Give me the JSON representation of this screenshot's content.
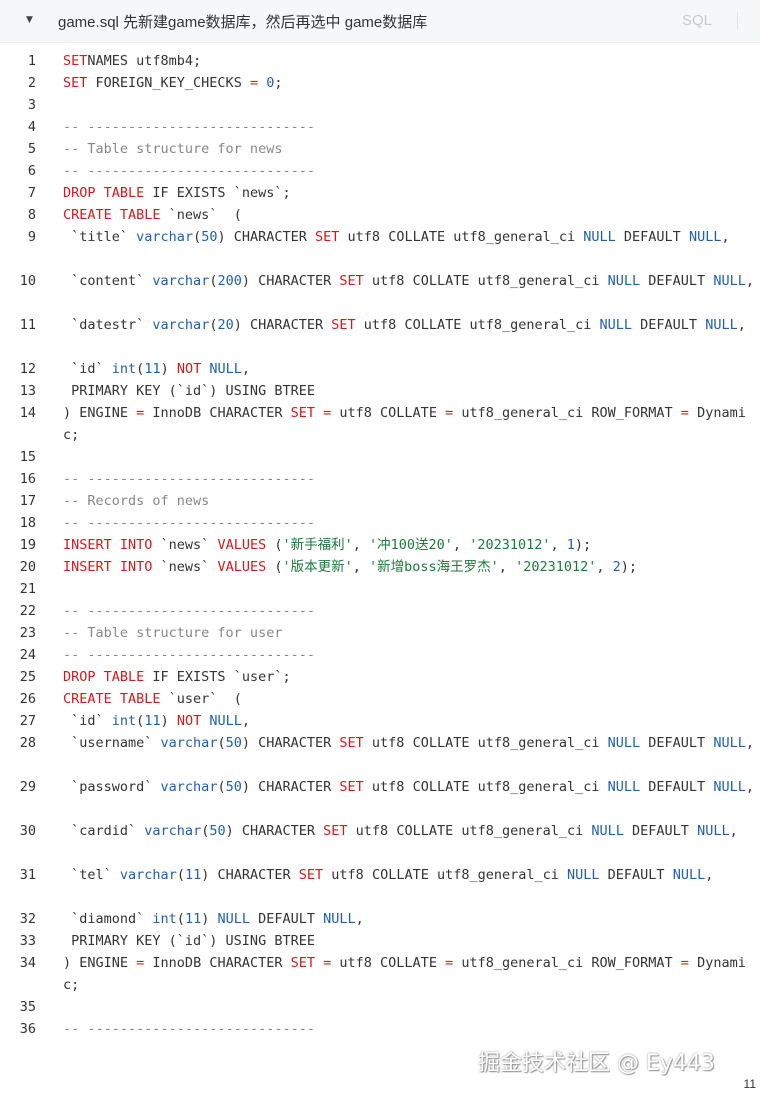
{
  "header": {
    "collapse_icon": "caret-down-icon",
    "title": "game.sql 先新建game数据库，然后再选中 game数据库",
    "language": "SQL"
  },
  "code_lines": [
    {
      "n": "1",
      "tokens": [
        [
          "kw",
          "SET"
        ],
        [
          "",
          "NAMES utf8mb4;"
        ]
      ]
    },
    {
      "n": "2",
      "tokens": [
        [
          "kw",
          "SET"
        ],
        [
          "",
          " FOREIGN_KEY_CHECKS "
        ],
        [
          "kw",
          "="
        ],
        [
          "",
          " "
        ],
        [
          "num",
          "0"
        ],
        [
          "",
          ";"
        ]
      ]
    },
    {
      "n": "3",
      "tokens": []
    },
    {
      "n": "4",
      "tokens": [
        [
          "cm",
          "-- ----------------------------"
        ]
      ]
    },
    {
      "n": "5",
      "tokens": [
        [
          "cm",
          "-- Table structure for news"
        ]
      ]
    },
    {
      "n": "6",
      "tokens": [
        [
          "cm",
          "-- ----------------------------"
        ]
      ]
    },
    {
      "n": "7",
      "tokens": [
        [
          "kw",
          "DROP TABLE"
        ],
        [
          "",
          " IF EXISTS `news`;"
        ]
      ]
    },
    {
      "n": "8",
      "tokens": [
        [
          "kw",
          "CREATE TABLE"
        ],
        [
          "",
          " `news`  ("
        ]
      ]
    },
    {
      "n": "9",
      "wrap": true,
      "tokens": [
        [
          "",
          " `title` "
        ],
        [
          "ty",
          "varchar"
        ],
        [
          "",
          "("
        ],
        [
          "num",
          "50"
        ],
        [
          "",
          ") CHARACTER "
        ],
        [
          "kw",
          "SET"
        ],
        [
          "",
          " utf8 COLLATE utf8_general_ci "
        ],
        [
          "ty",
          "NULL"
        ],
        [
          "",
          " DEFAULT "
        ],
        [
          "ty",
          "NULL"
        ],
        [
          "",
          ","
        ]
      ]
    },
    {
      "n": "10",
      "wrap": true,
      "tokens": [
        [
          "",
          " `content` "
        ],
        [
          "ty",
          "varchar"
        ],
        [
          "",
          "("
        ],
        [
          "num",
          "200"
        ],
        [
          "",
          ") CHARACTER "
        ],
        [
          "kw",
          "SET"
        ],
        [
          "",
          " utf8 COLLATE utf8_general_ci "
        ],
        [
          "ty",
          "NULL"
        ],
        [
          "",
          " DEFAULT "
        ],
        [
          "ty",
          "NULL"
        ],
        [
          "",
          ","
        ]
      ]
    },
    {
      "n": "11",
      "wrap": true,
      "tokens": [
        [
          "",
          " `datestr` "
        ],
        [
          "ty",
          "varchar"
        ],
        [
          "",
          "("
        ],
        [
          "num",
          "20"
        ],
        [
          "",
          ") CHARACTER "
        ],
        [
          "kw",
          "SET"
        ],
        [
          "",
          " utf8 COLLATE utf8_general_ci "
        ],
        [
          "ty",
          "NULL"
        ],
        [
          "",
          " DEFAULT "
        ],
        [
          "ty",
          "NULL"
        ],
        [
          "",
          ","
        ]
      ]
    },
    {
      "n": "12",
      "tokens": [
        [
          "",
          " `id` "
        ],
        [
          "ty",
          "int"
        ],
        [
          "",
          "("
        ],
        [
          "num",
          "11"
        ],
        [
          "",
          ") "
        ],
        [
          "kw",
          "NOT"
        ],
        [
          "",
          " "
        ],
        [
          "ty",
          "NULL"
        ],
        [
          "",
          ","
        ]
      ]
    },
    {
      "n": "13",
      "tokens": [
        [
          "",
          " PRIMARY KEY (`id`) USING BTREE"
        ]
      ]
    },
    {
      "n": "14",
      "wrap": true,
      "tokens": [
        [
          "",
          ") ENGINE "
        ],
        [
          "kw",
          "="
        ],
        [
          "",
          " InnoDB CHARACTER "
        ],
        [
          "kw",
          "SET"
        ],
        [
          "",
          " "
        ],
        [
          "kw",
          "="
        ],
        [
          "",
          " utf8 COLLATE "
        ],
        [
          "kw",
          "="
        ],
        [
          "",
          " utf8_general_ci ROW_FORMAT "
        ],
        [
          "kw",
          "="
        ],
        [
          "",
          " Dynamic;"
        ]
      ]
    },
    {
      "n": "15",
      "tokens": []
    },
    {
      "n": "16",
      "tokens": [
        [
          "cm",
          "-- ----------------------------"
        ]
      ]
    },
    {
      "n": "17",
      "tokens": [
        [
          "cm",
          "-- Records of news"
        ]
      ]
    },
    {
      "n": "18",
      "tokens": [
        [
          "cm",
          "-- ----------------------------"
        ]
      ]
    },
    {
      "n": "19",
      "tokens": [
        [
          "kw",
          "INSERT INTO"
        ],
        [
          "",
          " `news` "
        ],
        [
          "kw",
          "VALUES"
        ],
        [
          "",
          " ("
        ],
        [
          "str",
          "'新手福利'"
        ],
        [
          "",
          ", "
        ],
        [
          "str",
          "'冲100送20'"
        ],
        [
          "",
          ", "
        ],
        [
          "str",
          "'20231012'"
        ],
        [
          "",
          ", "
        ],
        [
          "num",
          "1"
        ],
        [
          "",
          ");"
        ]
      ]
    },
    {
      "n": "20",
      "tokens": [
        [
          "kw",
          "INSERT INTO"
        ],
        [
          "",
          " `news` "
        ],
        [
          "kw",
          "VALUES"
        ],
        [
          "",
          " ("
        ],
        [
          "str",
          "'版本更新'"
        ],
        [
          "",
          ", "
        ],
        [
          "str",
          "'新增boss海王罗杰'"
        ],
        [
          "",
          ", "
        ],
        [
          "str",
          "'20231012'"
        ],
        [
          "",
          ", "
        ],
        [
          "num",
          "2"
        ],
        [
          "",
          ");"
        ]
      ]
    },
    {
      "n": "21",
      "tokens": []
    },
    {
      "n": "22",
      "tokens": [
        [
          "cm",
          "-- ----------------------------"
        ]
      ]
    },
    {
      "n": "23",
      "tokens": [
        [
          "cm",
          "-- Table structure for user"
        ]
      ]
    },
    {
      "n": "24",
      "tokens": [
        [
          "cm",
          "-- ----------------------------"
        ]
      ]
    },
    {
      "n": "25",
      "tokens": [
        [
          "kw",
          "DROP TABLE"
        ],
        [
          "",
          " IF EXISTS `user`;"
        ]
      ]
    },
    {
      "n": "26",
      "tokens": [
        [
          "kw",
          "CREATE TABLE"
        ],
        [
          "",
          " `user`  ("
        ]
      ]
    },
    {
      "n": "27",
      "tokens": [
        [
          "",
          " `id` "
        ],
        [
          "ty",
          "int"
        ],
        [
          "",
          "("
        ],
        [
          "num",
          "11"
        ],
        [
          "",
          ") "
        ],
        [
          "kw",
          "NOT"
        ],
        [
          "",
          " "
        ],
        [
          "ty",
          "NULL"
        ],
        [
          "",
          ","
        ]
      ]
    },
    {
      "n": "28",
      "wrap": true,
      "tokens": [
        [
          "",
          " `username` "
        ],
        [
          "ty",
          "varchar"
        ],
        [
          "",
          "("
        ],
        [
          "num",
          "50"
        ],
        [
          "",
          ") CHARACTER "
        ],
        [
          "kw",
          "SET"
        ],
        [
          "",
          " utf8 COLLATE utf8_general_ci "
        ],
        [
          "ty",
          "NULL"
        ],
        [
          "",
          " DEFAULT "
        ],
        [
          "ty",
          "NULL"
        ],
        [
          "",
          ","
        ]
      ]
    },
    {
      "n": "29",
      "wrap": true,
      "tokens": [
        [
          "",
          " `password` "
        ],
        [
          "ty",
          "varchar"
        ],
        [
          "",
          "("
        ],
        [
          "num",
          "50"
        ],
        [
          "",
          ") CHARACTER "
        ],
        [
          "kw",
          "SET"
        ],
        [
          "",
          " utf8 COLLATE utf8_general_ci "
        ],
        [
          "ty",
          "NULL"
        ],
        [
          "",
          " DEFAULT "
        ],
        [
          "ty",
          "NULL"
        ],
        [
          "",
          ","
        ]
      ]
    },
    {
      "n": "30",
      "wrap": true,
      "tokens": [
        [
          "",
          " `cardid` "
        ],
        [
          "ty",
          "varchar"
        ],
        [
          "",
          "("
        ],
        [
          "num",
          "50"
        ],
        [
          "",
          ") CHARACTER "
        ],
        [
          "kw",
          "SET"
        ],
        [
          "",
          " utf8 COLLATE utf8_general_ci "
        ],
        [
          "ty",
          "NULL"
        ],
        [
          "",
          " DEFAULT "
        ],
        [
          "ty",
          "NULL"
        ],
        [
          "",
          ","
        ]
      ]
    },
    {
      "n": "31",
      "wrap": true,
      "tokens": [
        [
          "",
          " `tel` "
        ],
        [
          "ty",
          "varchar"
        ],
        [
          "",
          "("
        ],
        [
          "num",
          "11"
        ],
        [
          "",
          ") CHARACTER "
        ],
        [
          "kw",
          "SET"
        ],
        [
          "",
          " utf8 COLLATE utf8_general_ci "
        ],
        [
          "ty",
          "NULL"
        ],
        [
          "",
          " DEFAULT "
        ],
        [
          "ty",
          "NULL"
        ],
        [
          "",
          ","
        ]
      ]
    },
    {
      "n": "32",
      "tokens": [
        [
          "",
          " `diamond` "
        ],
        [
          "ty",
          "int"
        ],
        [
          "",
          "("
        ],
        [
          "num",
          "11"
        ],
        [
          "",
          ") "
        ],
        [
          "ty",
          "NULL"
        ],
        [
          "",
          " DEFAULT "
        ],
        [
          "ty",
          "NULL"
        ],
        [
          "",
          ","
        ]
      ]
    },
    {
      "n": "33",
      "tokens": [
        [
          "",
          " PRIMARY KEY (`id`) USING BTREE"
        ]
      ]
    },
    {
      "n": "34",
      "wrap": true,
      "tokens": [
        [
          "",
          ") ENGINE "
        ],
        [
          "kw",
          "="
        ],
        [
          "",
          " InnoDB CHARACTER "
        ],
        [
          "kw",
          "SET"
        ],
        [
          "",
          " "
        ],
        [
          "kw",
          "="
        ],
        [
          "",
          " utf8 COLLATE "
        ],
        [
          "kw",
          "="
        ],
        [
          "",
          " utf8_general_ci ROW_FORMAT "
        ],
        [
          "kw",
          "="
        ],
        [
          "",
          " Dynamic;"
        ]
      ]
    },
    {
      "n": "35",
      "tokens": []
    },
    {
      "n": "36",
      "tokens": [
        [
          "cm",
          "-- ----------------------------"
        ]
      ]
    }
  ],
  "watermark": "掘金技术社区 @ Ey443",
  "page_number": "11"
}
